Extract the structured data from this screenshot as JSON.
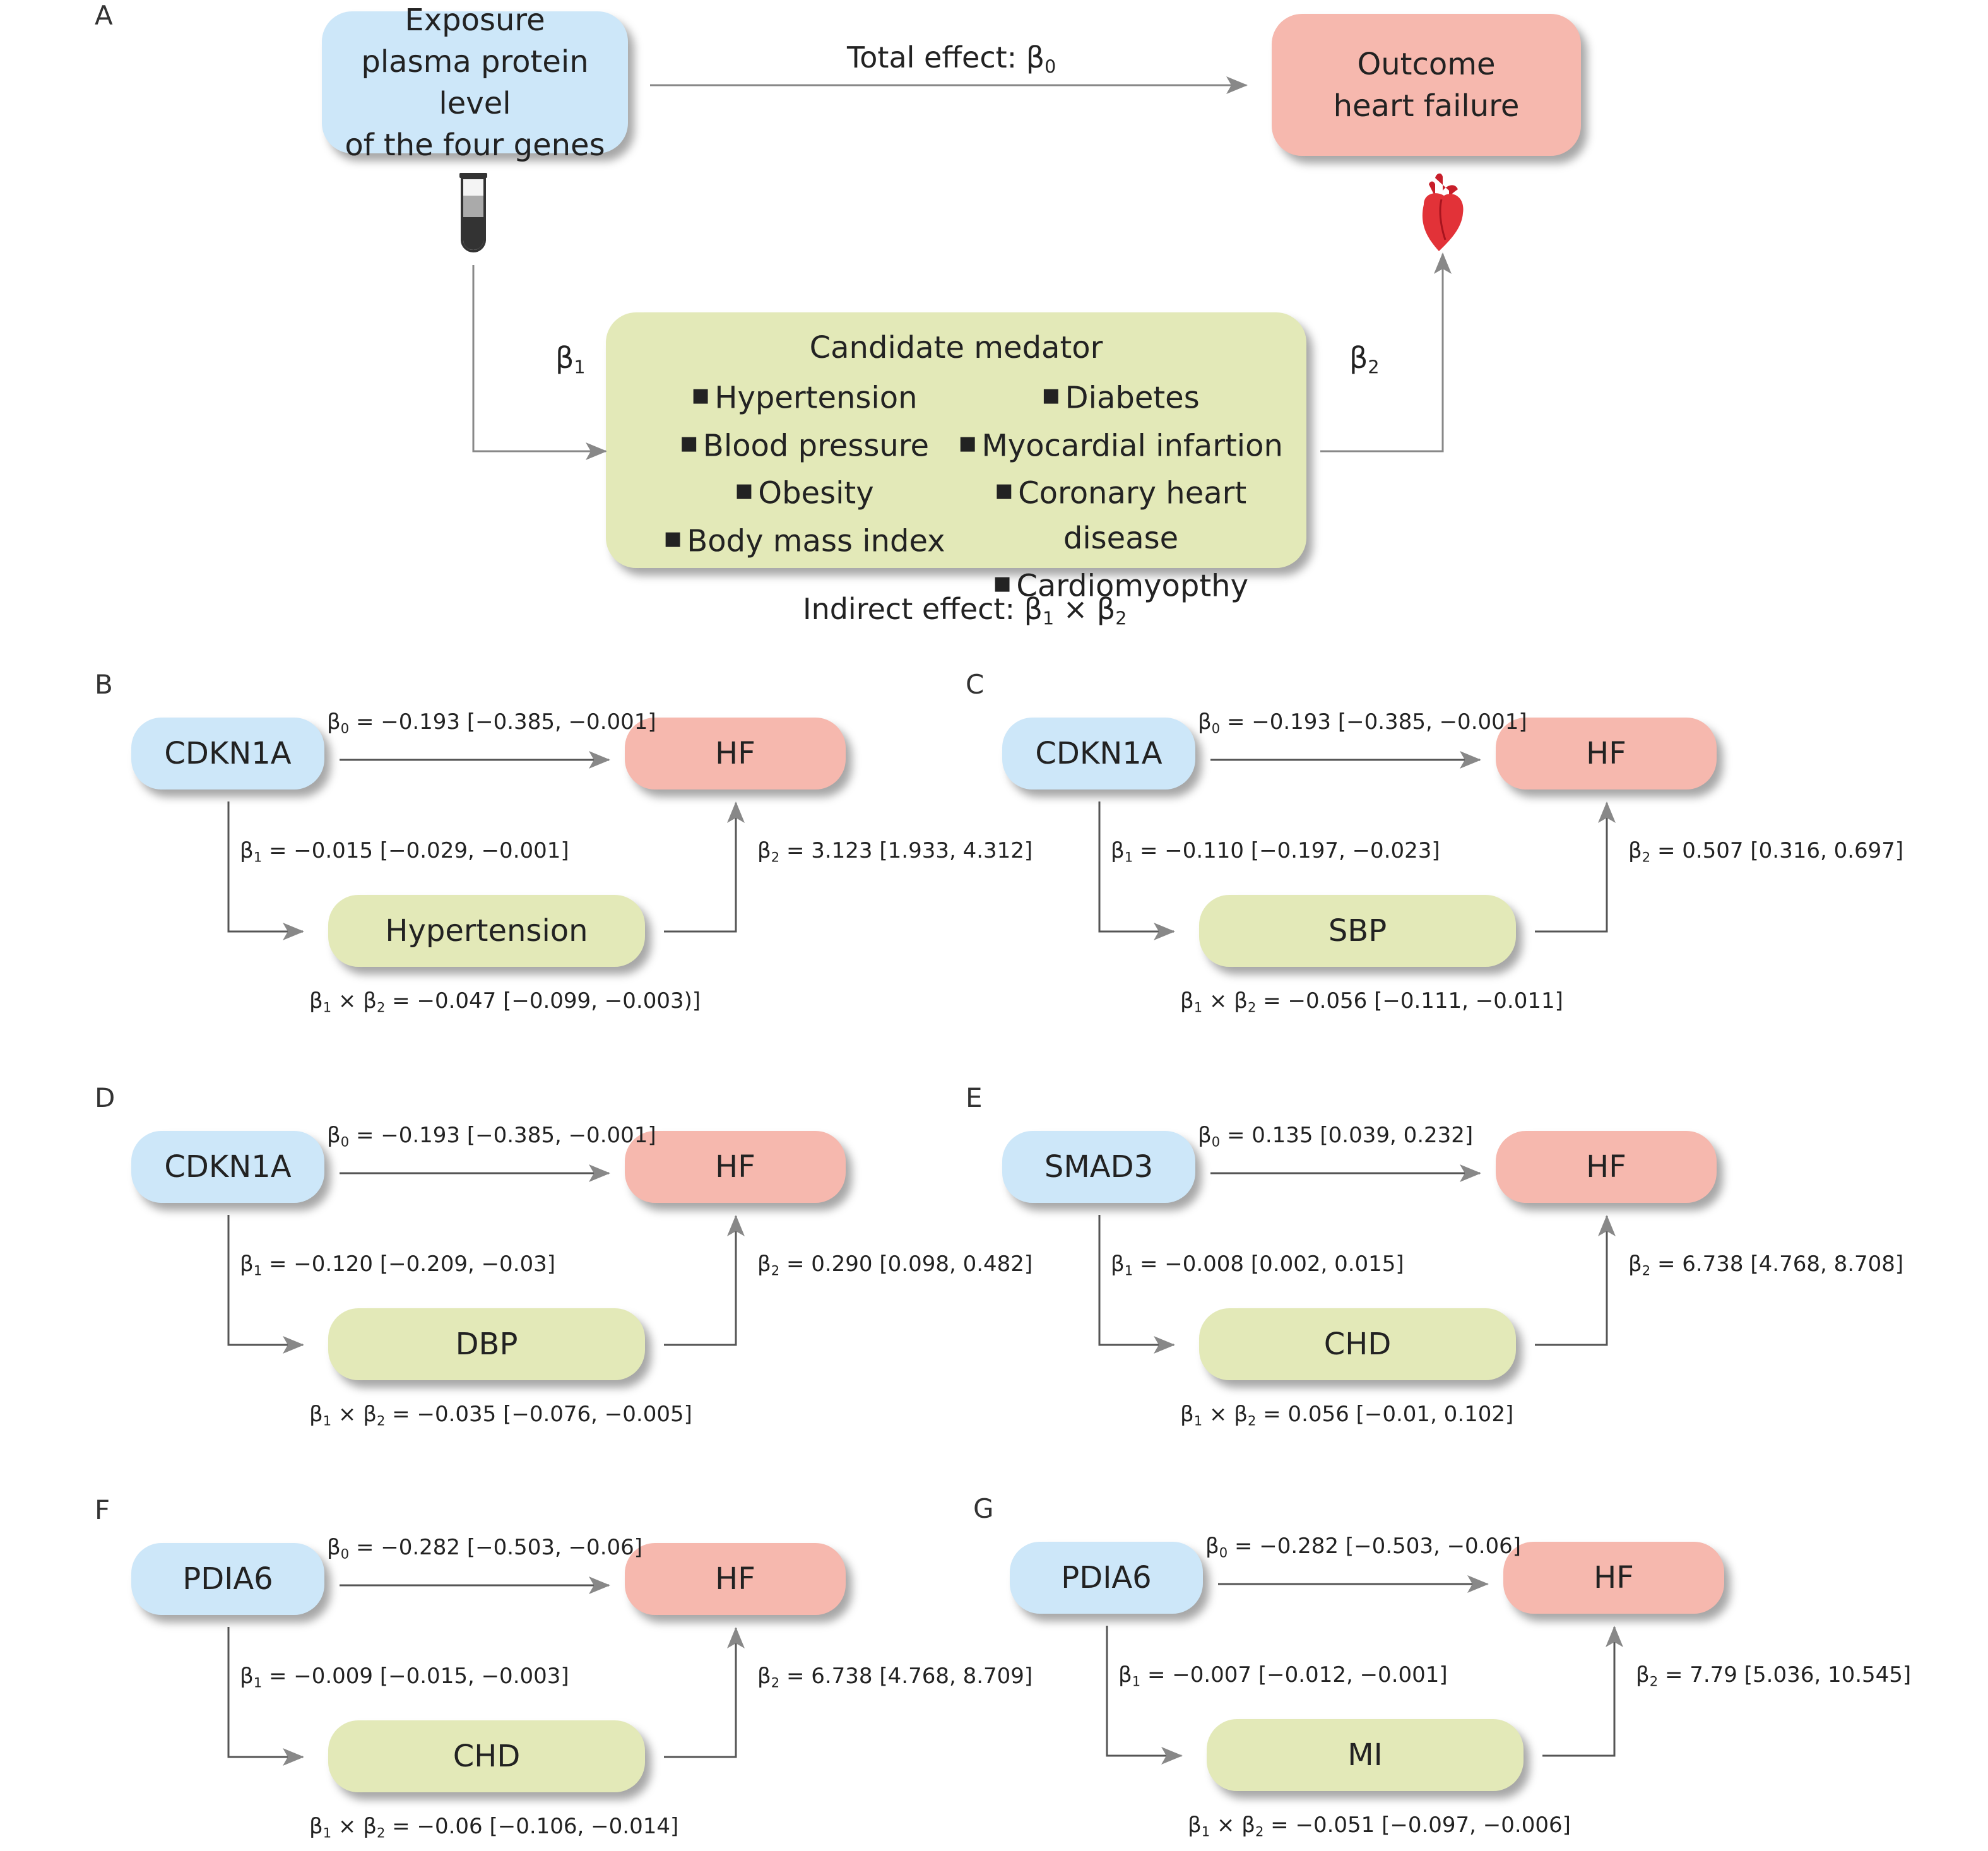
{
  "panelA": {
    "label": "A",
    "exposure": [
      "Exposure",
      "plasma protein level",
      "of  the four genes"
    ],
    "outcome": [
      "Outcome",
      "heart failure"
    ],
    "total_effect": {
      "text": "Total effect: β",
      "sub": "0"
    },
    "beta1": {
      "text": "β",
      "sub": "1"
    },
    "beta2": {
      "text": "β",
      "sub": "2"
    },
    "mediator_title": "Candidate medator",
    "mediators_left": [
      "Hypertension",
      "Blood pressure",
      "Obesity",
      "Body mass index"
    ],
    "mediators_right": [
      "Diabetes",
      "Myocardial infartion",
      "Coronary heart disease",
      "Cardiomyopthy"
    ],
    "indirect_effect": {
      "pre": "Indirect effect: β",
      "sub1": "1",
      "mid": " × β",
      "sub2": "2"
    }
  },
  "panels": [
    {
      "id": "B",
      "label": "B",
      "exposure": "CDKN1A",
      "outcome": "HF",
      "mediator": "Hypertension",
      "b0": "= −0.193 [−0.385, −0.001]",
      "b1": "= −0.015 [−0.029, −0.001]",
      "b2": "= 3.123 [1.933, 4.312]",
      "indirect": "= −0.047 [−0.099, −0.003)]"
    },
    {
      "id": "C",
      "label": "C",
      "exposure": "CDKN1A",
      "outcome": "HF",
      "mediator": "SBP",
      "b0": "= −0.193 [−0.385, −0.001]",
      "b1": "= −0.110 [−0.197, −0.023]",
      "b2": "= 0.507 [0.316, 0.697]",
      "indirect": "= −0.056 [−0.111, −0.011]"
    },
    {
      "id": "D",
      "label": "D",
      "exposure": "CDKN1A",
      "outcome": "HF",
      "mediator": "DBP",
      "b0": "= −0.193 [−0.385, −0.001]",
      "b1": "= −0.120 [−0.209, −0.03]",
      "b2": "= 0.290 [0.098, 0.482]",
      "indirect": "= −0.035 [−0.076, −0.005]"
    },
    {
      "id": "E",
      "label": "E",
      "exposure": "SMAD3",
      "outcome": "HF",
      "mediator": "CHD",
      "b0": "= 0.135 [0.039, 0.232]",
      "b1": "= −0.008 [0.002, 0.015]",
      "b2": "= 6.738 [4.768, 8.708]",
      "indirect": "= 0.056 [−0.01, 0.102]"
    },
    {
      "id": "F",
      "label": "F",
      "exposure": "PDIA6",
      "outcome": "HF",
      "mediator": "CHD",
      "b0": "= −0.282 [−0.503, −0.06]",
      "b1": "= −0.009 [−0.015, −0.003]",
      "b2": "= 6.738 [4.768, 8.709]",
      "indirect": "= −0.06 [−0.106, −0.014]"
    },
    {
      "id": "G",
      "label": "G",
      "exposure": "PDIA6",
      "outcome": "HF",
      "mediator": "MI",
      "b0": "= −0.282 [−0.503, −0.06]",
      "b1": "= −0.007 [−0.012, −0.001]",
      "b2": "= 7.79 [5.036, 10.545]",
      "indirect": "= −0.051 [−0.097, −0.006]"
    }
  ],
  "beta_symbol": "β",
  "times_symbol": " × ",
  "icons": {
    "exposure": "blood-tube-icon",
    "outcome": "heart-icon"
  },
  "colors": {
    "exposure": "#cde7f9",
    "outcome": "#f6b8ae",
    "mediator": "#e3e9b8",
    "arrow": "#555555"
  }
}
